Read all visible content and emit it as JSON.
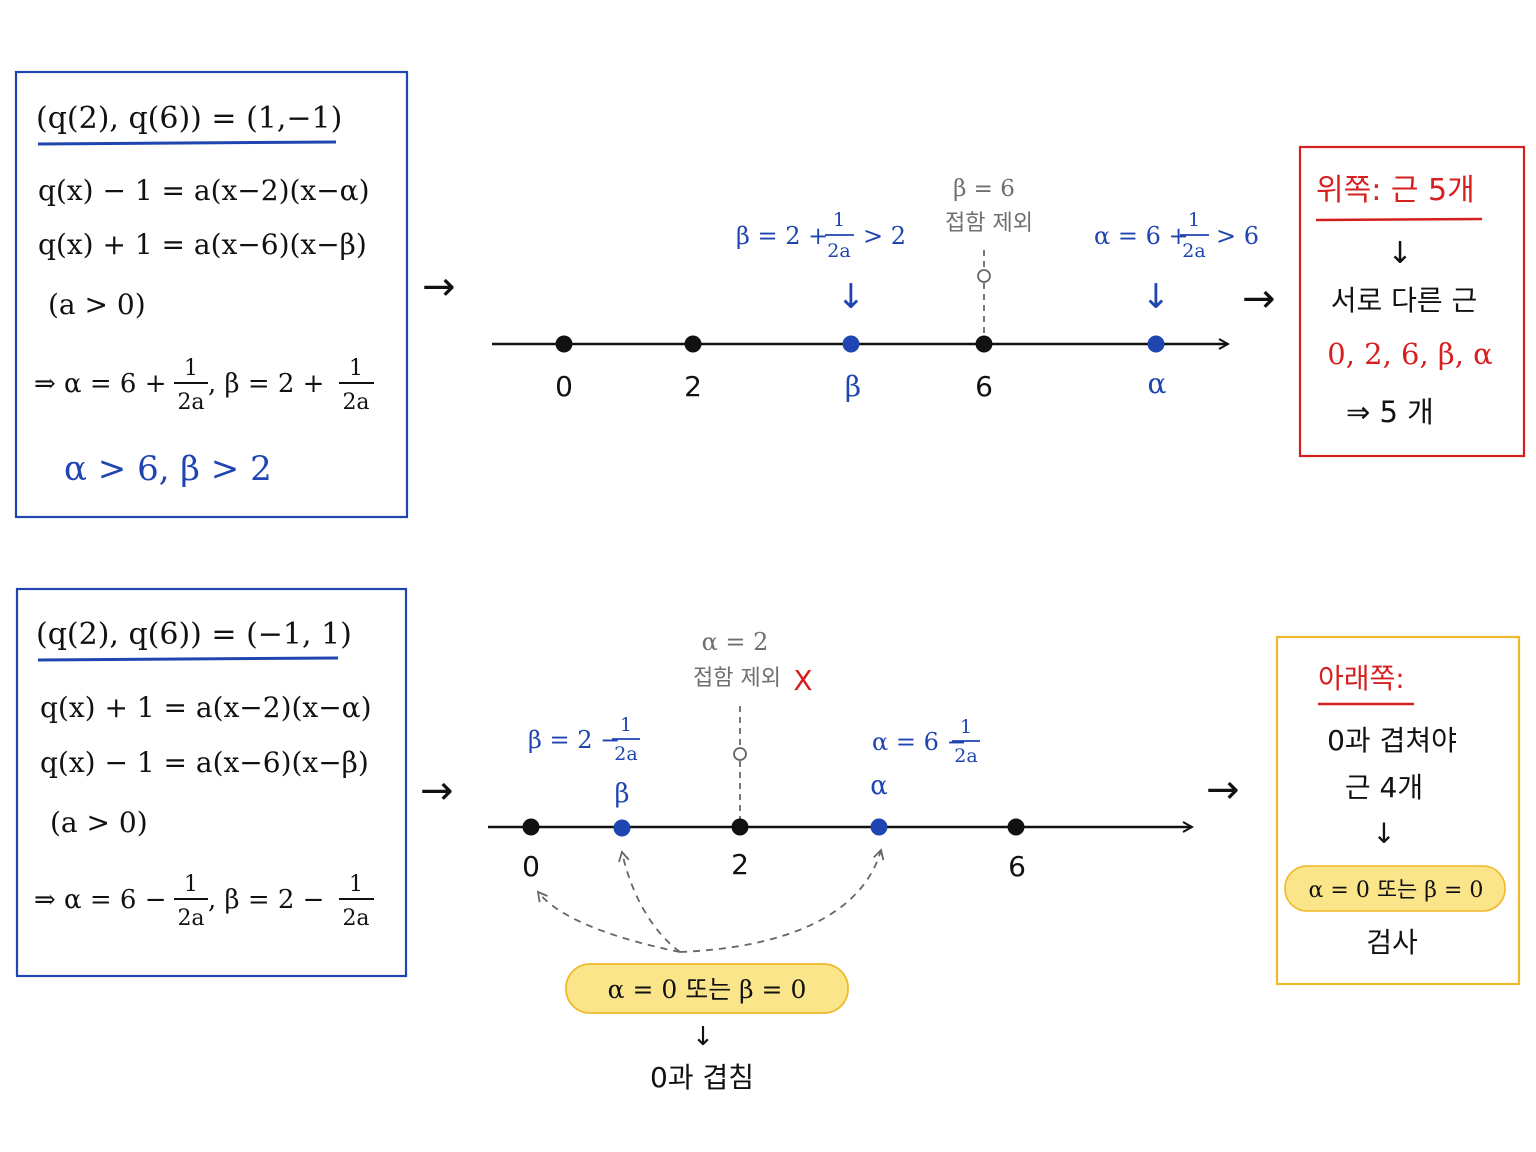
{
  "colors": {
    "ink": "#111111",
    "blue": "#1f45b0",
    "red": "#d61f1f",
    "gray": "#6f6f6f",
    "yellow_border": "#f0b92b",
    "yellow_fill": "#fbe58a"
  },
  "top": {
    "box": {
      "heading": "(q(2), q(6)) = (1,−1)",
      "eq1": "q(x) − 1 = a(x−2)(x−α)",
      "eq2": "q(x) + 1 = a(x−6)(x−β)",
      "cond": "(a > 0)",
      "result_prefix": "⇒ α = 6 +",
      "result_mid": ",  β = 2 +",
      "frac_num": "1",
      "frac_den": "2a",
      "conclusion": "α > 6,   β > 2"
    },
    "arrow": "→",
    "numberline": {
      "labels": [
        "0",
        "2",
        "β",
        "6",
        "α"
      ],
      "beta_note_prefix": "β = 2 +",
      "beta_note_suffix": "> 2",
      "alpha_note_prefix": "α = 6 +",
      "alpha_note_suffix": "> 6",
      "frac_num": "1",
      "frac_den": "2a",
      "excluded_value": "β = 6",
      "excluded_note": "접함 제외",
      "down_arrow": "↓"
    },
    "arrow2": "→",
    "result": {
      "title": "위쪽: 근 5개",
      "down_arrow": "↓",
      "line1": "서로 다른 근",
      "roots": "0, 2, 6,  β, α",
      "conclusion": "⇒ 5 개"
    }
  },
  "bottom": {
    "box": {
      "heading": "(q(2), q(6)) = (−1, 1)",
      "eq1": "q(x) + 1 = a(x−2)(x−α)",
      "eq2": "q(x) − 1 = a(x−6)(x−β)",
      "cond": "(a > 0)",
      "result_prefix": "⇒ α = 6 −",
      "result_mid": ",  β = 2 −",
      "frac_num": "1",
      "frac_den": "2a"
    },
    "arrow": "→",
    "numberline": {
      "labels": [
        "0",
        "β",
        "2",
        "α",
        "6"
      ],
      "beta_note_prefix": "β = 2 −",
      "alpha_note_prefix": "α = 6 −",
      "frac_num": "1",
      "frac_den": "2a",
      "excluded_value": "α = 2",
      "excluded_note": "접함 제외",
      "excluded_mark": "X",
      "pill": "α = 0    또는    β = 0",
      "down_arrow": "↓",
      "overlap_note": "0과 겹침"
    },
    "arrow2": "→",
    "result": {
      "title": "아래쪽:",
      "line1": "0과 겹쳐야",
      "line2": "근 4개",
      "down_arrow": "↓",
      "pill": "α = 0   또는   β = 0",
      "line3": "검사"
    }
  }
}
